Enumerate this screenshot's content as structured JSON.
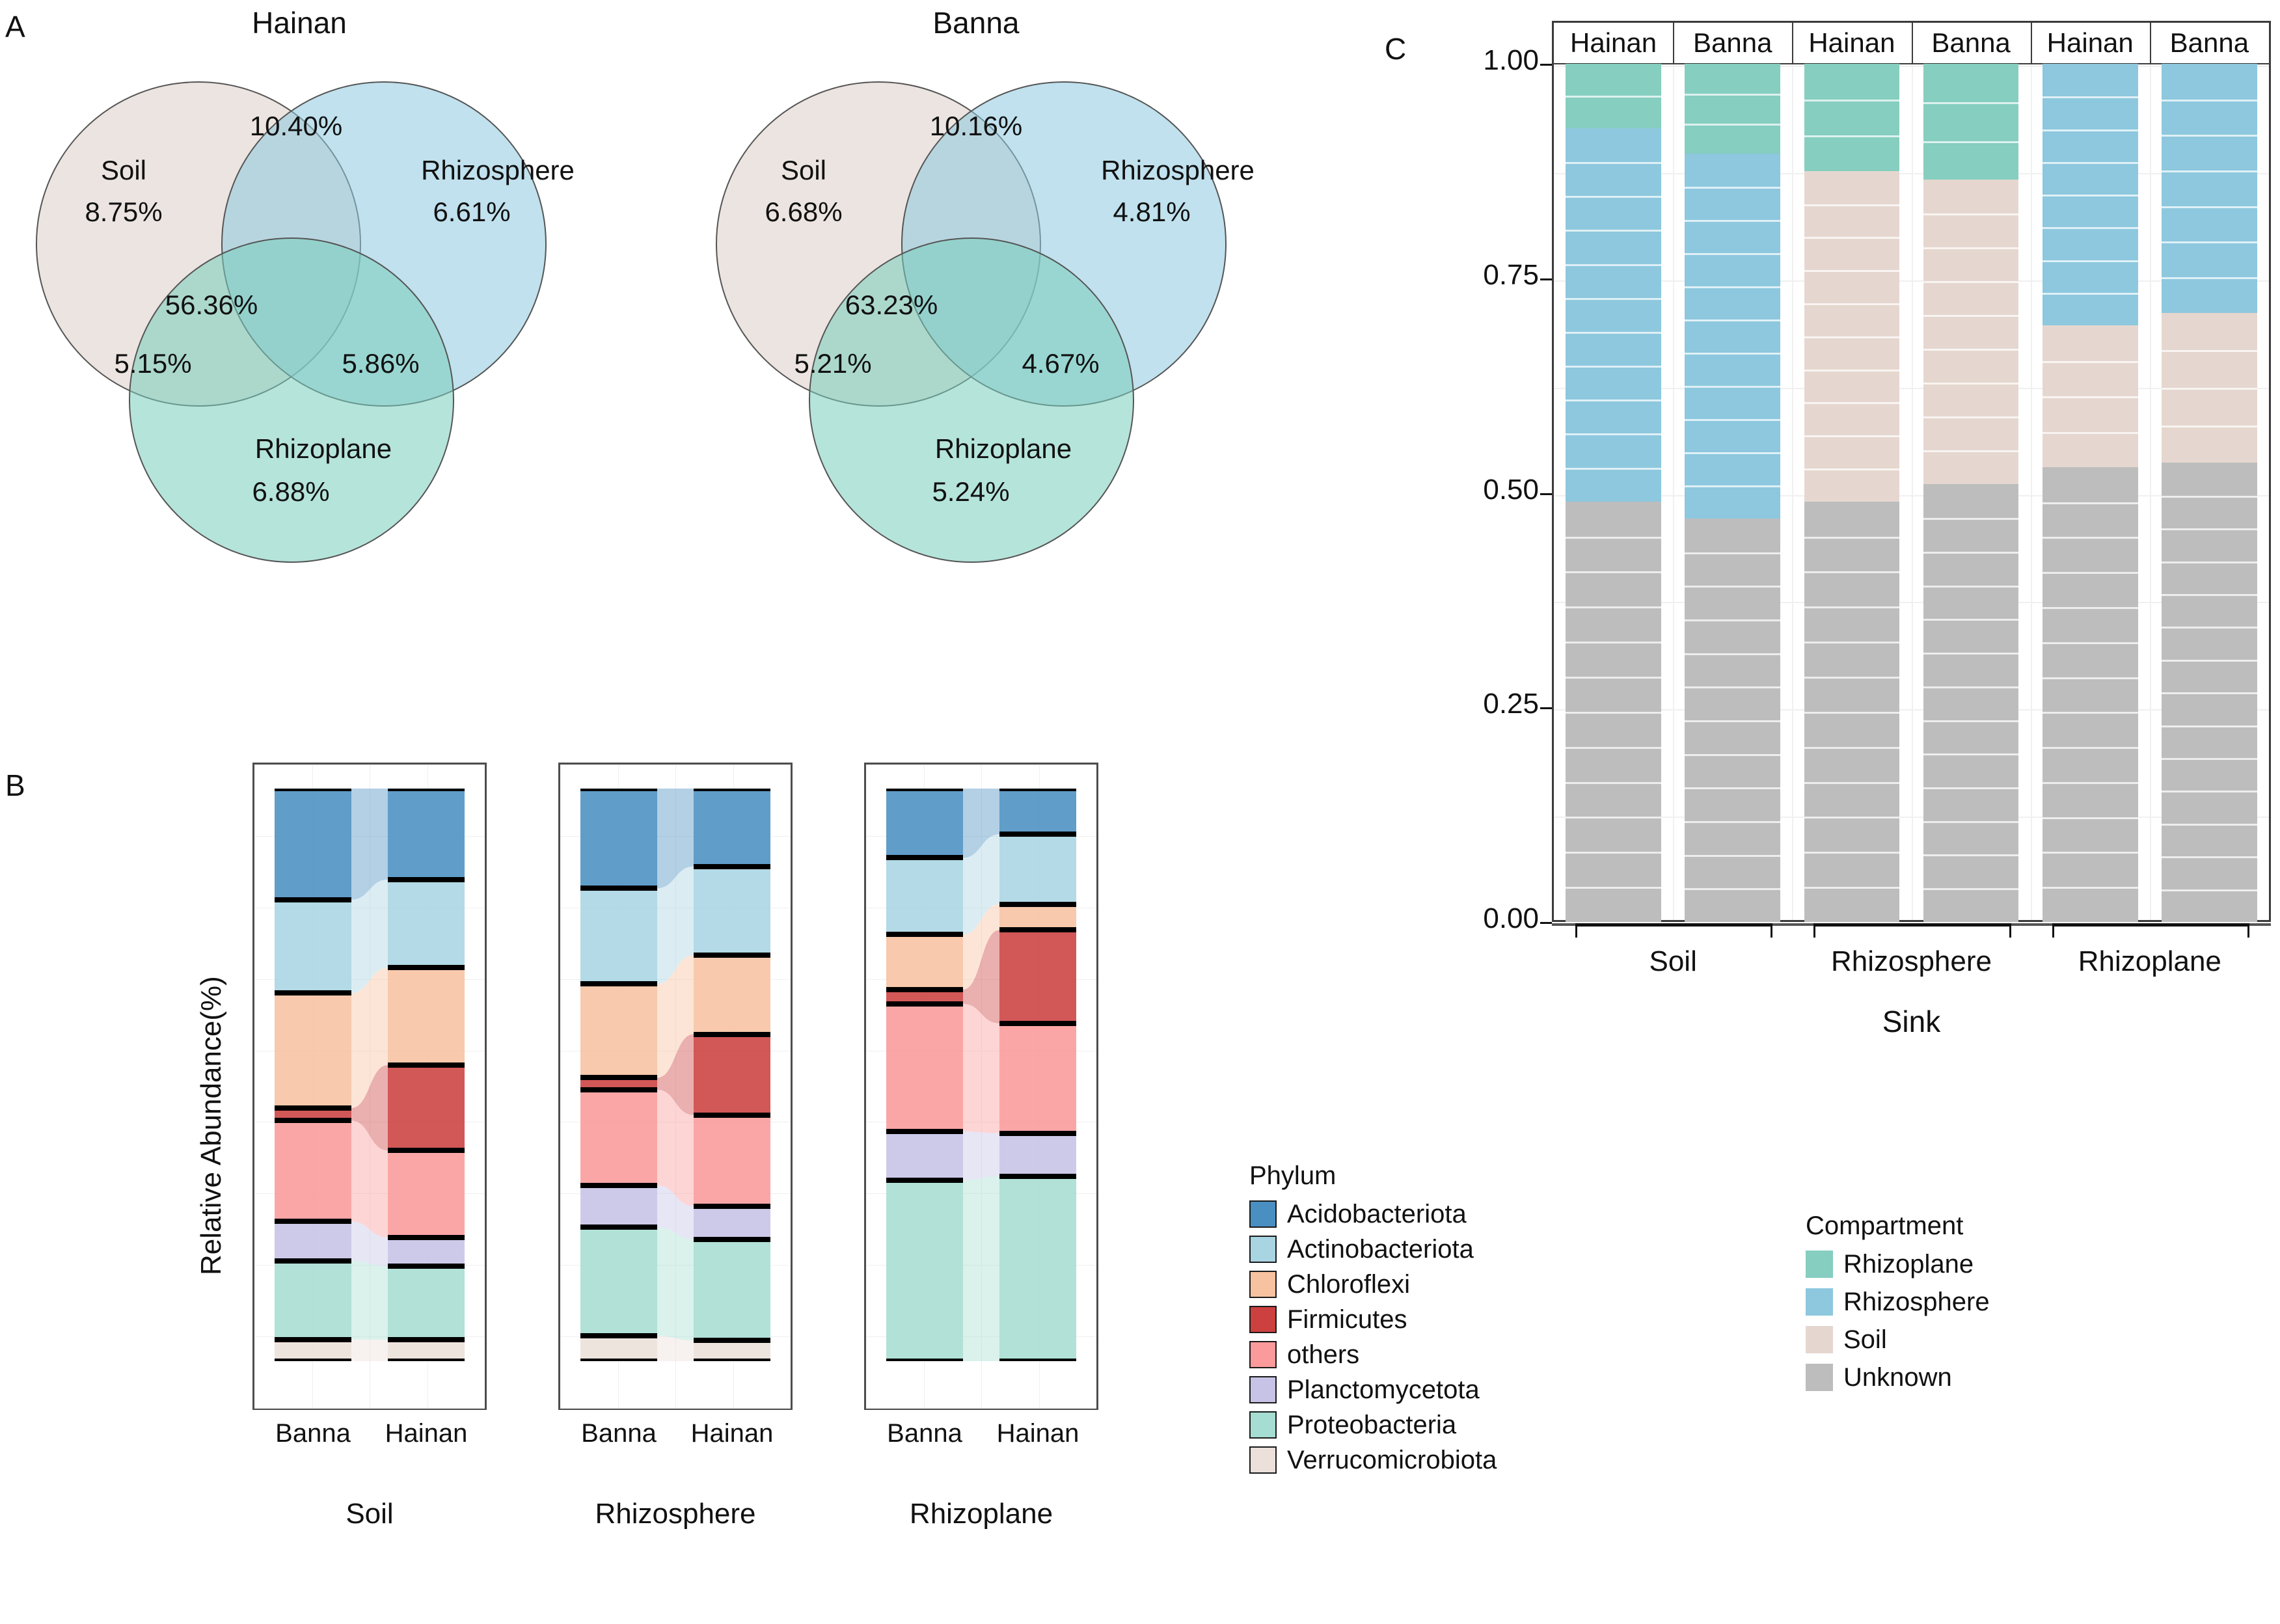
{
  "panels": {
    "a_letter": "A",
    "b_letter": "B",
    "c_letter": "C"
  },
  "venn": {
    "sets": [
      "Soil",
      "Rhizosphere",
      "Rhizoplane"
    ],
    "colors": {
      "soil": "#e9dfdb",
      "rhizosphere": "#b5dbe8",
      "rhizoplane": "#a4d9cf"
    },
    "diagrams": [
      {
        "title": "Hainan",
        "soil_label": "Soil",
        "rhizosphere_label": "Rhizosphere",
        "rhizoplane_label": "Rhizoplane",
        "soil_only": "8.75%",
        "rhizosphere_only": "6.61%",
        "rhizoplane_only": "6.88%",
        "soil_rhizosphere": "10.40%",
        "soil_rhizoplane": "5.15%",
        "rhizosphere_rhizoplane": "5.86%",
        "all_three": "56.36%"
      },
      {
        "title": "Banna",
        "soil_label": "Soil",
        "rhizosphere_label": "Rhizosphere",
        "rhizoplane_label": "Rhizoplane",
        "soil_only": "6.68%",
        "rhizosphere_only": "4.81%",
        "rhizoplane_only": "5.24%",
        "soil_rhizosphere": "10.16%",
        "soil_rhizoplane": "5.21%",
        "rhizosphere_rhizoplane": "4.67%",
        "all_three": "63.23%"
      }
    ]
  },
  "panel_b": {
    "ylabel": "Relative Abundance(%)",
    "legend_title": "Phylum",
    "legend": [
      {
        "label": "Acidobacteriota",
        "color": "#4a8fc2"
      },
      {
        "label": "Actinobacteriota",
        "color": "#a9d5e3"
      },
      {
        "label": "Chloroflexi",
        "color": "#f7c2a0"
      },
      {
        "label": "Firmicutes",
        "color": "#cc4040"
      },
      {
        "label": "others",
        "color": "#fa9a9a"
      },
      {
        "label": "Planctomycetota",
        "color": "#c6c3e6"
      },
      {
        "label": "Proteobacteria",
        "color": "#a6ddd2"
      },
      {
        "label": "Verrucomicrobiota",
        "color": "#ece0da"
      }
    ],
    "group_labels": [
      "Soil",
      "Rhizosphere",
      "Rhizoplane"
    ],
    "x_labels": [
      "Banna",
      "Hainan"
    ]
  },
  "panel_c": {
    "ylabel": "",
    "xlabel": "Sink",
    "legend_title": "Compartment",
    "legend": [
      {
        "label": "Rhizoplane",
        "color": "#85cec0"
      },
      {
        "label": "Rhizosphere",
        "color": "#8dc8de"
      },
      {
        "label": "Soil",
        "color": "#e5d7cf"
      },
      {
        "label": "Unknown",
        "color": "#bdbdbd"
      }
    ],
    "y_ticks": [
      "1.00",
      "0.75",
      "0.50",
      "0.25",
      "0.00"
    ],
    "strip_labels": [
      "Hainan",
      "Banna",
      "Hainan",
      "Banna",
      "Hainan",
      "Banna"
    ],
    "x_groups": [
      "Soil",
      "Rhizosphere",
      "Rhizoplane"
    ]
  },
  "chart_data": [
    {
      "type": "bar",
      "id": "panel-b-soil",
      "title": "Soil",
      "xlabel": "",
      "ylabel": "Relative Abundance(%)",
      "categories": [
        "Banna",
        "Hainan"
      ],
      "ylim": [
        0,
        100
      ],
      "grid": true,
      "stack_order": [
        "Acidobacteriota",
        "Actinobacteriota",
        "Chloroflexi",
        "Firmicutes",
        "others",
        "Planctomycetota",
        "Proteobacteria",
        "Verrucomicrobiota"
      ],
      "series": [
        {
          "name": "Acidobacteriota",
          "values": [
            19.4,
            15.9
          ]
        },
        {
          "name": "Actinobacteriota",
          "values": [
            16.3,
            15.4
          ]
        },
        {
          "name": "Chloroflexi",
          "values": [
            20.1,
            17.0
          ]
        },
        {
          "name": "Firmicutes",
          "values": [
            2.2,
            14.9
          ]
        },
        {
          "name": "others",
          "values": [
            17.6,
            15.2
          ]
        },
        {
          "name": "Planctomycetota",
          "values": [
            6.9,
            5.0
          ]
        },
        {
          "name": "Proteobacteria",
          "values": [
            13.7,
            12.9
          ]
        },
        {
          "name": "Verrucomicrobiota",
          "values": [
            3.8,
            3.7
          ]
        }
      ]
    },
    {
      "type": "bar",
      "id": "panel-b-rhizosphere",
      "title": "Rhizosphere",
      "xlabel": "",
      "ylabel": "Relative Abundance(%)",
      "categories": [
        "Banna",
        "Hainan"
      ],
      "ylim": [
        0,
        100
      ],
      "grid": true,
      "stack_order": [
        "Acidobacteriota",
        "Actinobacteriota",
        "Chloroflexi",
        "Firmicutes",
        "others",
        "Planctomycetota",
        "Proteobacteria",
        "Verrucomicrobiota"
      ],
      "series": [
        {
          "name": "Acidobacteriota",
          "values": [
            17.4,
            13.6
          ]
        },
        {
          "name": "Actinobacteriota",
          "values": [
            16.7,
            15.5
          ]
        },
        {
          "name": "Chloroflexi",
          "values": [
            16.4,
            13.8
          ]
        },
        {
          "name": "Firmicutes",
          "values": [
            2.1,
            14.1
          ]
        },
        {
          "name": "others",
          "values": [
            16.7,
            15.9
          ]
        },
        {
          "name": "Planctomycetota",
          "values": [
            7.3,
            5.8
          ]
        },
        {
          "name": "Proteobacteria",
          "values": [
            19.0,
            17.7
          ]
        },
        {
          "name": "Verrucomicrobiota",
          "values": [
            4.4,
            3.6
          ]
        }
      ]
    },
    {
      "type": "bar",
      "id": "panel-b-rhizoplane",
      "title": "Rhizoplane",
      "xlabel": "",
      "ylabel": "Relative Abundance(%)",
      "categories": [
        "Banna",
        "Hainan"
      ],
      "ylim": [
        0,
        100
      ],
      "grid": true,
      "stack_order": [
        "Acidobacteriota",
        "Actinobacteriota",
        "Chloroflexi",
        "Firmicutes",
        "others",
        "Planctomycetota",
        "Proteobacteria"
      ],
      "series": [
        {
          "name": "Acidobacteriota",
          "values": [
            12.1,
            8.0
          ]
        },
        {
          "name": "Actinobacteriota",
          "values": [
            13.4,
            12.2
          ]
        },
        {
          "name": "Chloroflexi",
          "values": [
            9.6,
            4.5
          ]
        },
        {
          "name": "Firmicutes",
          "values": [
            2.5,
            16.3
          ]
        },
        {
          "name": "others",
          "values": [
            22.3,
            19.2
          ]
        },
        {
          "name": "Planctomycetota",
          "values": [
            8.5,
            7.5
          ]
        },
        {
          "name": "Proteobacteria",
          "values": [
            31.6,
            32.3
          ]
        }
      ]
    },
    {
      "type": "bar",
      "id": "panel-c-sourcetracker",
      "title": "",
      "xlabel": "Sink",
      "ylabel": "",
      "ylim": [
        0,
        1
      ],
      "grid": true,
      "stacked": true,
      "normalized": true,
      "categories": [
        "Soil / Hainan",
        "Soil / Banna",
        "Rhizosphere / Hainan",
        "Rhizosphere / Banna",
        "Rhizoplane / Hainan",
        "Rhizoplane / Banna"
      ],
      "x_groups": [
        "Soil",
        "Rhizosphere",
        "Rhizoplane"
      ],
      "strip_labels": [
        "Hainan",
        "Banna",
        "Hainan",
        "Banna",
        "Hainan",
        "Banna"
      ],
      "stack_order_bottom_to_top": [
        "Unknown",
        "Soil",
        "Rhizosphere",
        "Rhizoplane"
      ],
      "series": [
        {
          "name": "Unknown",
          "values": [
            0.49,
            0.47,
            0.49,
            0.51,
            0.53,
            0.535
          ]
        },
        {
          "name": "Soil",
          "values": [
            0.0,
            0.0,
            0.385,
            0.355,
            0.165,
            0.175
          ]
        },
        {
          "name": "Rhizosphere",
          "values": [
            0.435,
            0.425,
            0.0,
            0.0,
            0.305,
            0.29
          ]
        },
        {
          "name": "Rhizoplane",
          "values": [
            0.075,
            0.105,
            0.125,
            0.135,
            0.0,
            0.0
          ]
        }
      ],
      "y_ticks": [
        0.0,
        0.25,
        0.5,
        0.75,
        1.0
      ]
    }
  ]
}
